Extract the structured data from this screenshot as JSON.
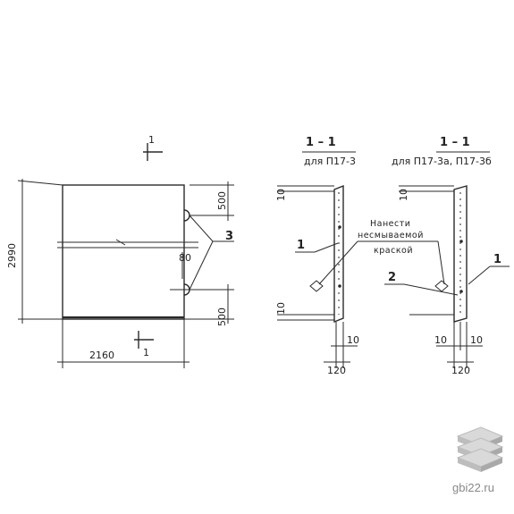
{
  "plan": {
    "section_mark": "1",
    "height_dim": "2990",
    "width_dim": "2160",
    "top_insert_dim": "500",
    "gap_dim": "80",
    "bottom_insert_dim": "500",
    "callout": "3"
  },
  "section_a": {
    "title": "1 – 1",
    "caption": "для П17-3",
    "dim_top": "10",
    "dim_bottom": "10",
    "dim_plate": "10",
    "dim_width": "120",
    "callout": "1"
  },
  "section_b": {
    "title": "1 – 1",
    "caption": "для П17-3а, П17-3б",
    "dim_top": "10",
    "dim_left": "10",
    "dim_right": "10",
    "dim_width": "120",
    "callout_1": "1",
    "callout_2": "2"
  },
  "note": {
    "line1": "Нанести",
    "line2": "несмываемой",
    "line3": "краской"
  },
  "watermark": {
    "site": "gbi22.ru",
    "icon": "stacked-slabs-icon"
  }
}
